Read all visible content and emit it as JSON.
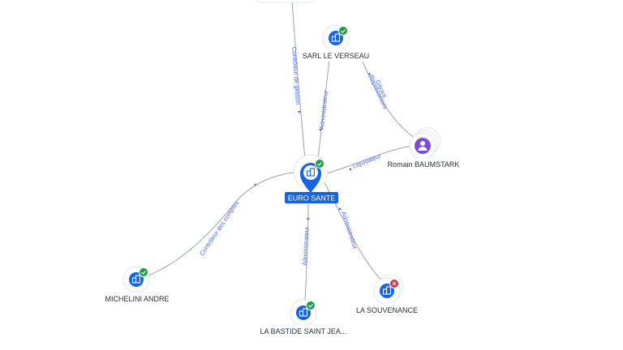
{
  "colors": {
    "company": "#1565e0",
    "person": "#7c4ddb",
    "active_badge": "#1e9a4a",
    "closed_badge": "#d9304a",
    "edge_label": "#4a6cf0"
  },
  "nodes": {
    "top_partial": {
      "label": ""
    },
    "sarl_le_verseau": {
      "label": "SARL LE VERSEAU",
      "icon": "building-icon",
      "status": "active"
    },
    "euro_sante": {
      "label": "EURO SANTE",
      "icon": "building-icon",
      "status": "active"
    },
    "romain_baumstark": {
      "label": "Romain BAUMSTARK",
      "icon": "person-icon"
    },
    "michelini_andre": {
      "label": "MICHELINI ANDRE",
      "icon": "building-icon",
      "status": "active"
    },
    "la_bastide": {
      "label": "LA BASTIDE SAINT JEA...",
      "icon": "building-icon",
      "status": "active"
    },
    "la_souvenance": {
      "label": "LA SOUVENANCE",
      "icon": "building-icon",
      "status": "closed"
    }
  },
  "edges": {
    "controleur_gestion": "Contrôleur de gestion",
    "administrateur_verseau": "Administrateur",
    "gerant": "Gérant",
    "representant": "Représentant",
    "liquidateur": "Liquidateur",
    "controleur_comptes": "Contrôleur des comptes",
    "administrateur_bastide": "Administrateur",
    "administrateur_souvenance": "Administrateur"
  }
}
